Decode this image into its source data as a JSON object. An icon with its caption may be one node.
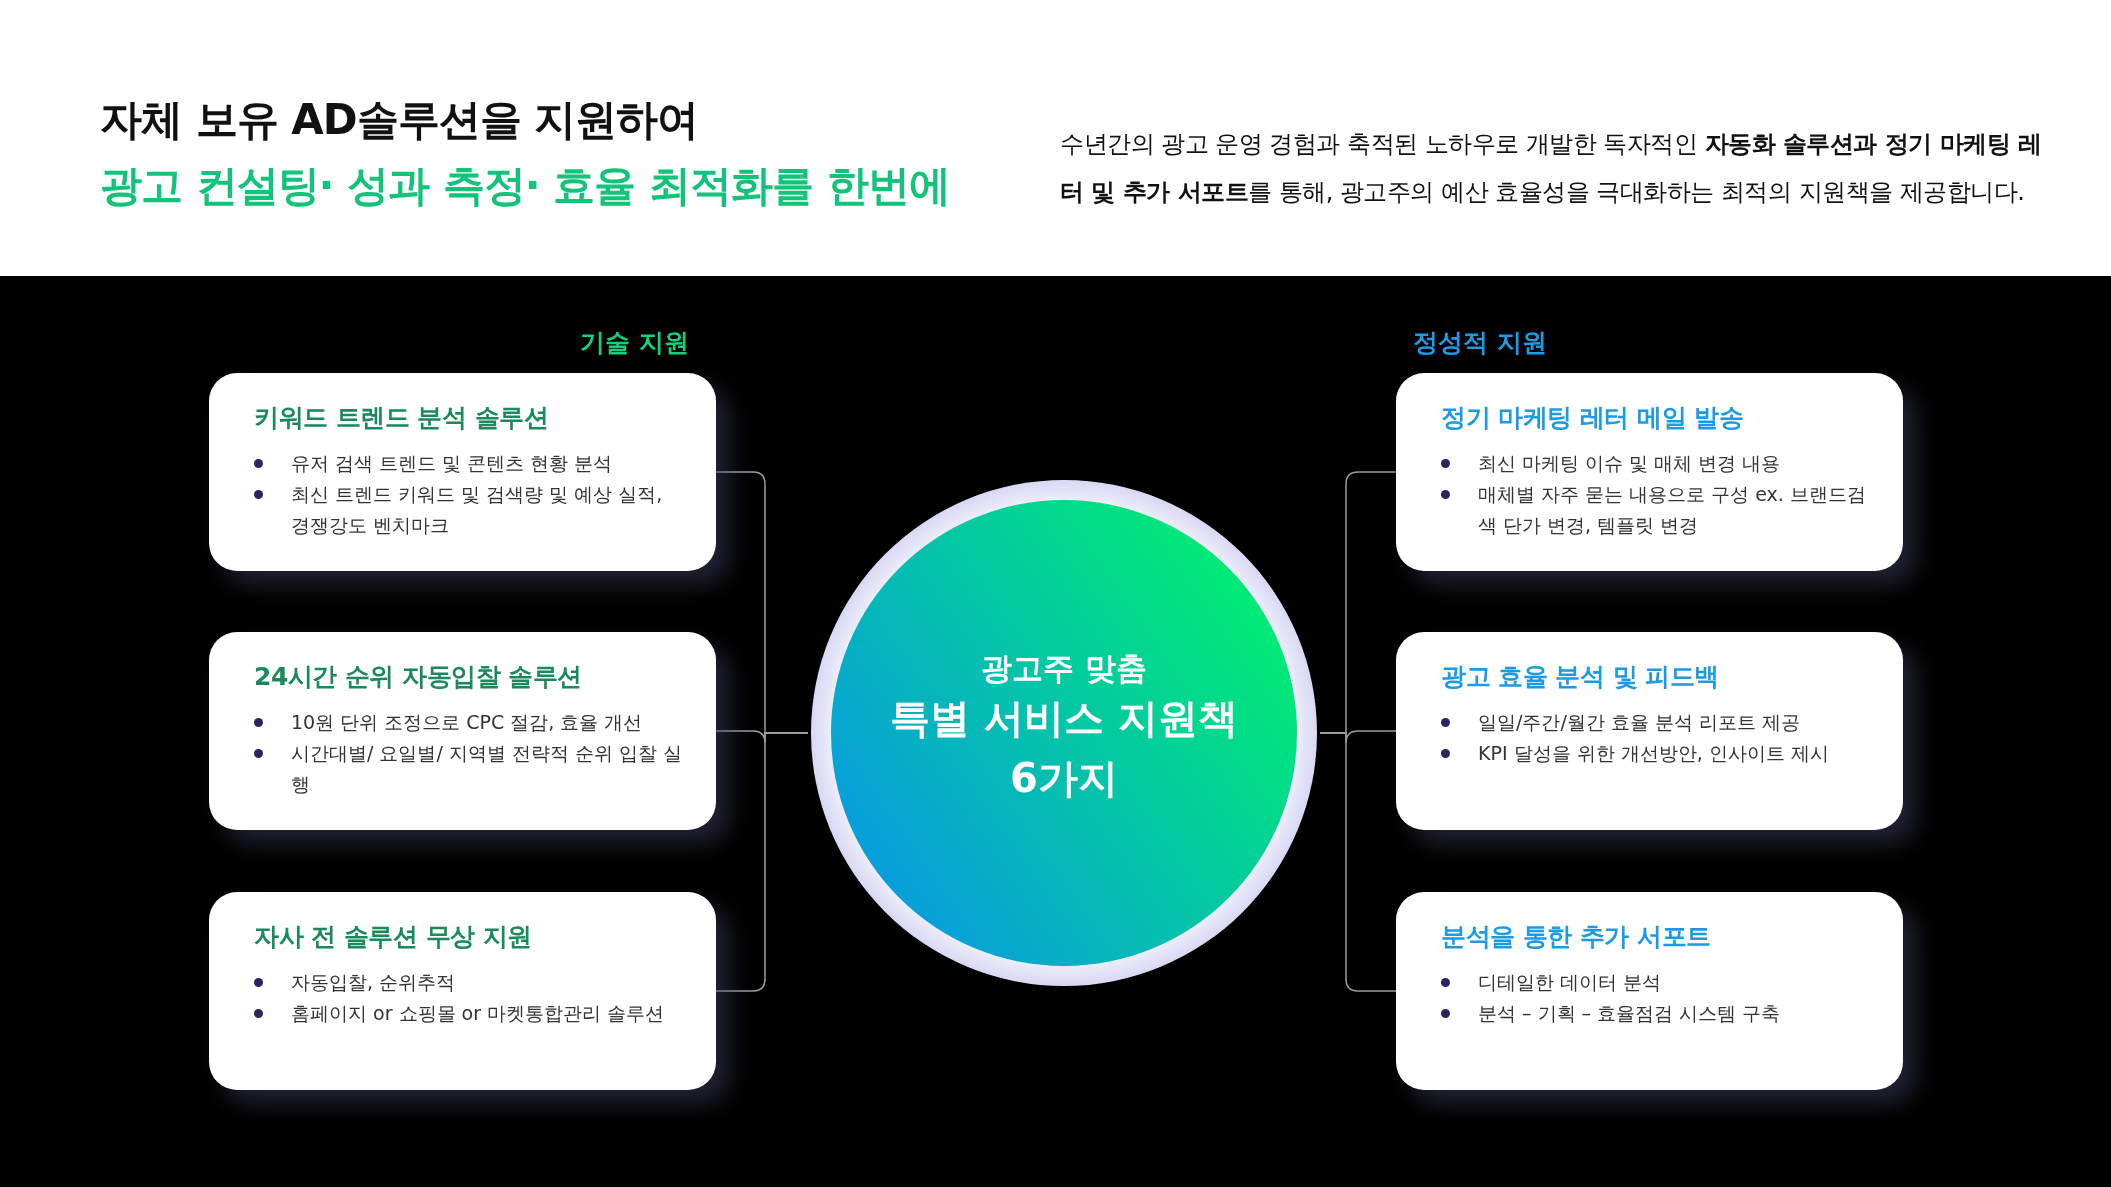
{
  "diagram": {
    "title": "자체 보유 AD솔루션을 지원하여",
    "nodes": [
      {
        "text": [
          "키워드 트렌드 분석 솔루션",
          "유저 검색 트렌드 및 콘텐츠 현황 분석",
          "최신 트렌드 키워드 및 검색량 및 예상 실적, 경쟁강도 벤치마크"
        ]
      },
      {
        "text": [
          "24시간 순위 자동입찰 솔루션",
          "10원 단위 조정으로 CPC 절감, 효율 개선",
          "시간대별/ 요일별/ 지역별 전략적 순위 입찰 실행"
        ]
      },
      {
        "text": [
          "자사 전 솔루션 무상 지원",
          "자동입찰, 순위추적",
          "홈페이지 or 쇼핑몰 or 마켓통합관리 솔루션"
        ]
      },
      {
        "text": [
          "광고주 맞춤",
          "특별 서비스 지원책 6가지"
        ]
      },
      {
        "text": [
          "정기 마케팅 레터 메일 발송",
          "최신 마케팅 이슈 및 매체 변경 내용",
          "매체별 자주 묻는 내용으로 구성 ex. 브랜드검색 단가 변경, 템플릿 변경"
        ]
      },
      {
        "text": [
          "광고 효율 분석 및 피드백",
          "일일/주간/월간 효율 분석 리포트 제공",
          "KPI 달성을 위한 개선방안, 인사이트 제시"
        ]
      },
      {
        "text": [
          "분석을 통한 추가 서포트",
          "디테일한 데이터 분석",
          "분석 – 기획 – 효율점검 시스템 구축"
        ]
      }
    ],
    "edges": [
      {
        "from": 0,
        "to": 3,
        "arrow": "none"
      },
      {
        "from": 1,
        "to": 3,
        "arrow": "none"
      },
      {
        "from": 2,
        "to": 3,
        "arrow": "none"
      },
      {
        "from": 4,
        "to": 3,
        "arrow": "none"
      },
      {
        "from": 5,
        "to": 3,
        "arrow": "none"
      },
      {
        "from": 6,
        "to": 3,
        "arrow": "none"
      }
    ],
    "labels": [
      "광고 컨설팅· 성과 측정· 효율 최적화를 한번에",
      "수년간의 광고 운영 경험과 축적된 노하우로 개발한 독자적인 **자동화 솔루션과 정기 마케팅 레터 및 추가 서포트**를 통해, 광고주의 예산 효율성을 극대화하는 최적의 지원책을 제공합니다.",
      "기술 지원",
      "정성적 지원"
    ]
  }
}
